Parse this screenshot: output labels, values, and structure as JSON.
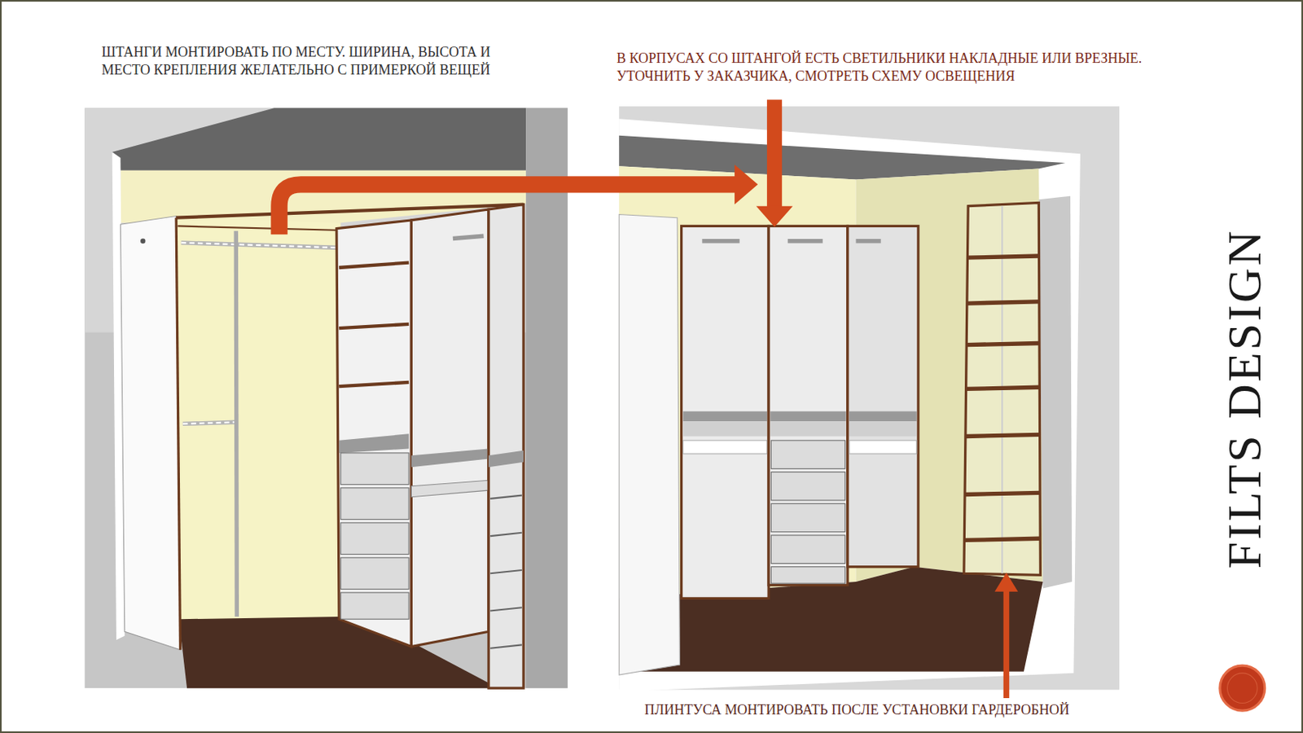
{
  "diagram": {
    "labels": [
      "ШТАНГИ МОНТИРОВАТЬ ПО МЕСТУ. ШИРИНА, ВЫСОТА И МЕСТО КРЕПЛЕНИЯ ЖЕЛАТЕЛЬНО С ПРИМЕРКОЙ ВЕЩЕЙ",
      "В КОРПУСАХ СО ШТАНГОЙ ЕСТЬ СВЕТИЛЬНИКИ НАКЛАДНЫЕ ИЛИ ВРЕЗНЫЕ. УТОЧНИТЬ У ЗАКАЗЧИКА, СМОТРЕТЬ СХЕМУ ОСВЕЩЕНИЯ",
      "ПЛИНТУСА МОНТИРОВАТЬ ПОСЛЕ УСТАНОВКИ ГАРДЕРОБНОЙ",
      "FILTS DESIGN"
    ]
  }
}
